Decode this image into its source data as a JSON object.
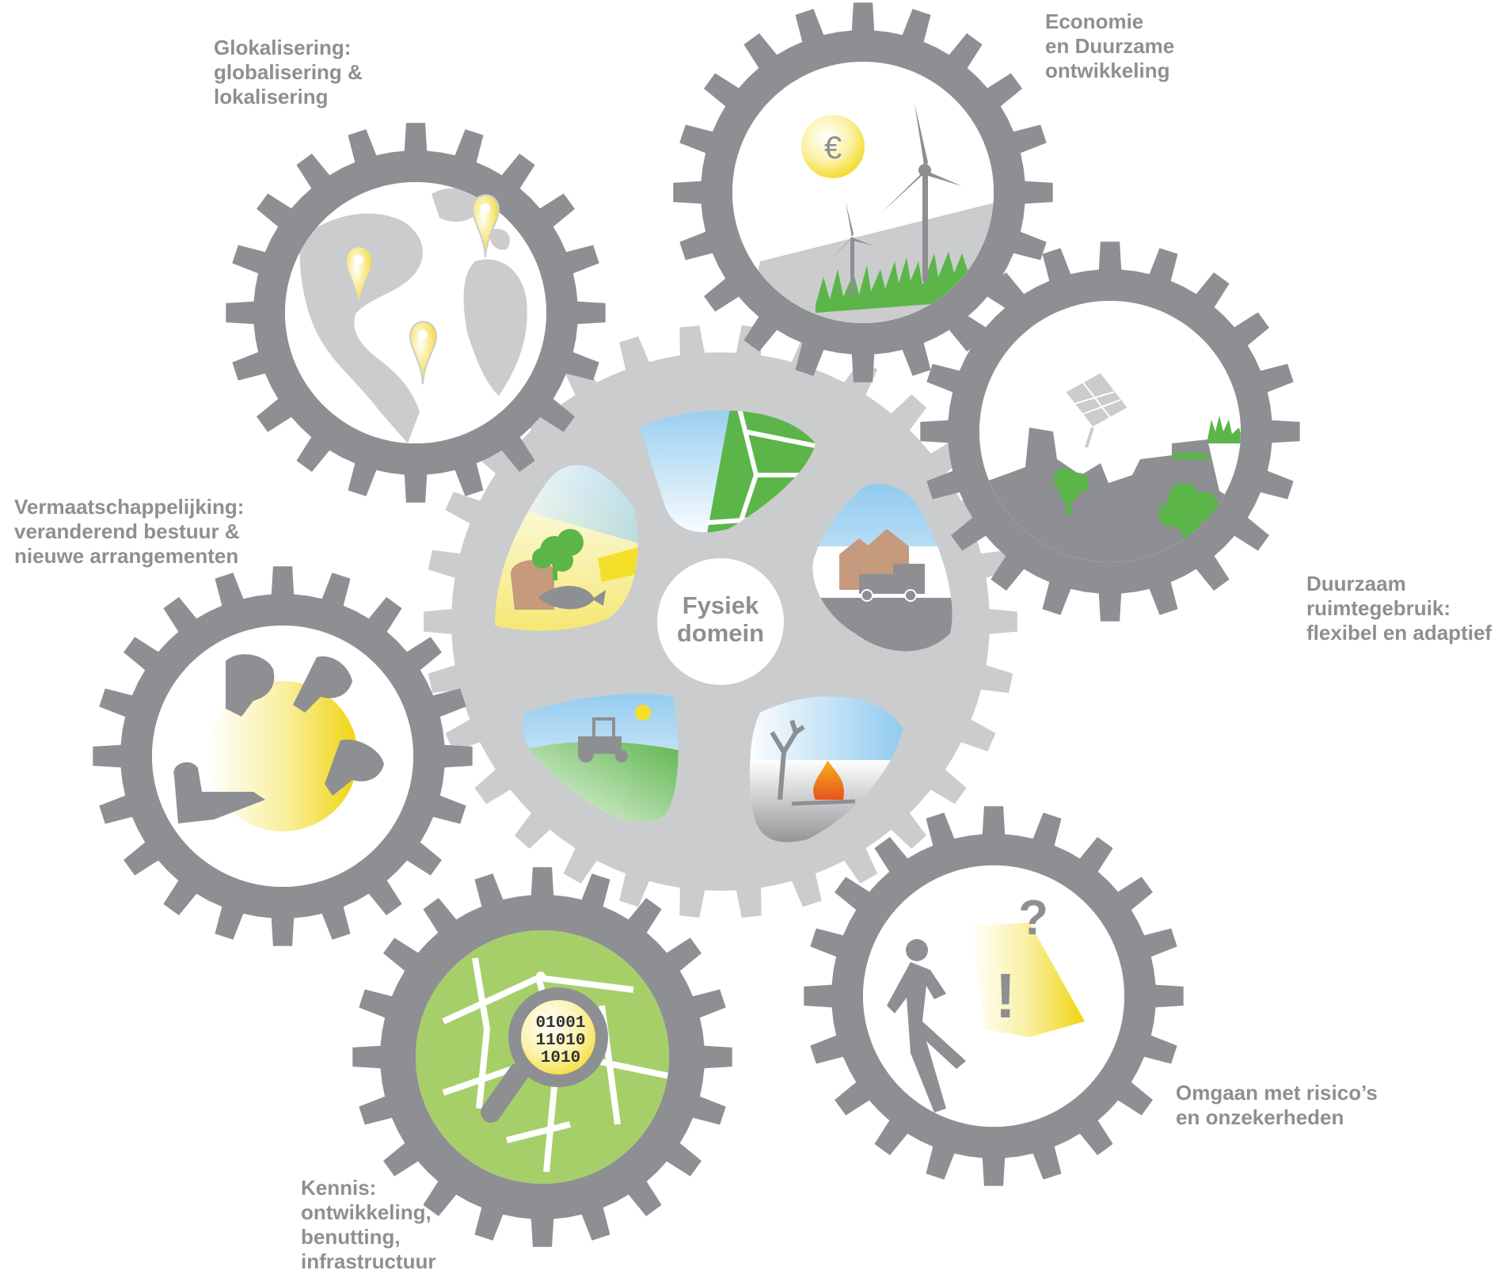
{
  "center": {
    "label": "Fysiek\ndomein"
  },
  "gears": [
    {
      "id": "glokalisering",
      "label": "Glokalisering:\nglobalisering &\nlokalisering",
      "icon": "globe-map-pins-icon"
    },
    {
      "id": "economie",
      "label": "Economie\nen Duurzame\nontwikkeling",
      "icon": "wind-turbines-euro-icon"
    },
    {
      "id": "ruimtegebruik",
      "label": "Duurzaam\nruimtegebruik:\nflexibel en adaptief",
      "icon": "city-green-solar-icon"
    },
    {
      "id": "vermaatschappelijking",
      "label": "Vermaatschappelijking:\nveranderend bestuur &\nnieuwe arrangementen",
      "icon": "people-around-circle-icon"
    },
    {
      "id": "kennis",
      "label": "Kennis:\nontwikkeling,\nbenutting,\ninfrastructuur",
      "icon": "magnifier-binary-map-icon"
    },
    {
      "id": "risico",
      "label": "Omgaan met risico’s\nen onzekerheden",
      "icon": "running-man-warning-icon"
    }
  ],
  "binary_text": [
    "01001",
    "11010",
    "1010"
  ],
  "euro_symbol": "€",
  "question_mark": "?",
  "exclamation_mark": "!",
  "colors": {
    "gear_dark": "#8e8f92",
    "gear_light": "#cbcccd",
    "green": "#5bb549",
    "light_green": "#a6cf6a",
    "yellow": "#f4e02a",
    "sky_blue": "#8cc8ee",
    "brown": "#c69a7c",
    "fire_orange": "#f07a22"
  }
}
